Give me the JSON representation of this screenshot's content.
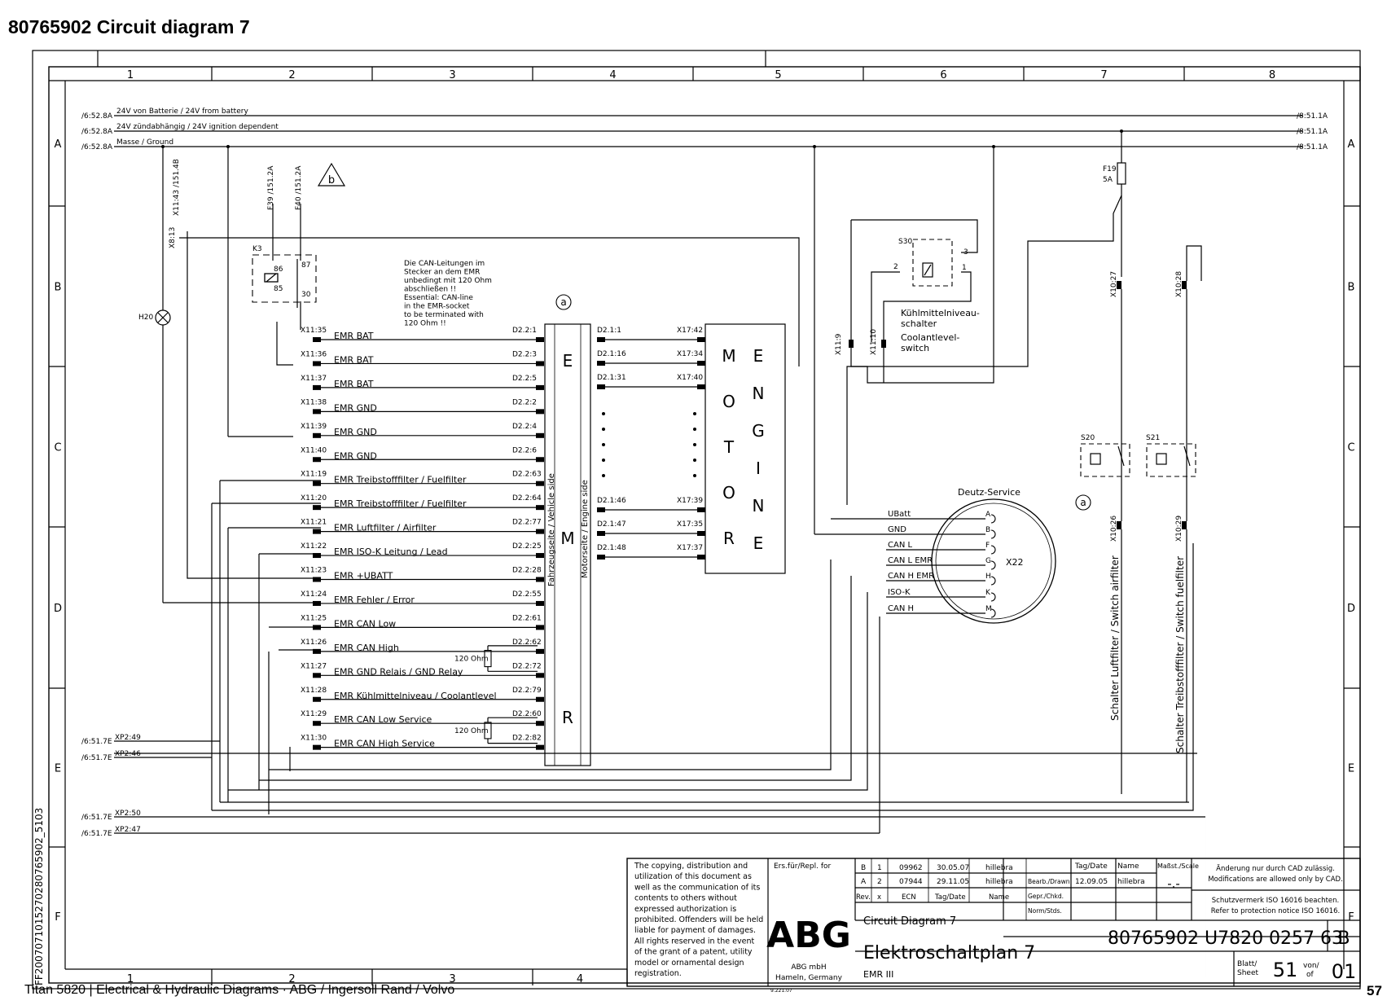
{
  "page": {
    "title": "80765902  Circuit diagram 7",
    "footer": "Titan 5820  |  Electrical & Hydraulic Diagrams  ·  ABG / Ingersoll Rand / Volvo",
    "page_number": "57"
  },
  "drawing_id": "FF2007071015270280765902_5103",
  "grid": {
    "columns": [
      "1",
      "2",
      "3",
      "4",
      "5",
      "6",
      "7",
      "8"
    ],
    "rows": [
      "A",
      "B",
      "C",
      "D",
      "E",
      "F"
    ]
  },
  "supply_lines": [
    {
      "ref_left": "/6:52.8A",
      "label": "24V von Batterie / 24V from battery",
      "ref_right": "/8:51.1A"
    },
    {
      "ref_left": "/6:52.8A",
      "label": "24V zündabhängig / 24V ignition dependent",
      "ref_right": "/8:51.1A"
    },
    {
      "ref_left": "/6:52.8A",
      "label": "Masse / Ground",
      "ref_right": "/8:51.1A"
    }
  ],
  "top_tags": [
    "X11:43 /151.4B",
    "F39 /151.2A",
    "F40 /151.2A",
    "X8:13"
  ],
  "markers": {
    "b": "b",
    "a": "a"
  },
  "relay": {
    "name": "K3",
    "pins": [
      "86",
      "87",
      "85",
      "30"
    ]
  },
  "lamp": {
    "name": "H20"
  },
  "can_note": [
    "Die CAN-Leitungen im",
    "Stecker an dem EMR",
    "unbedingt mit 120 Ohm",
    "abschließen !!",
    "Essential: CAN-line",
    "in the EMR-socket",
    "to be terminated with",
    "120 Ohm !!"
  ],
  "emr_connections": [
    {
      "pin": "X11:35",
      "label": "EMR BAT",
      "d": "D2.2:1"
    },
    {
      "pin": "X11:36",
      "label": "EMR BAT",
      "d": "D2.2:3"
    },
    {
      "pin": "X11:37",
      "label": "EMR BAT",
      "d": "D2.2:5"
    },
    {
      "pin": "X11:38",
      "label": "EMR GND",
      "d": "D2.2:2"
    },
    {
      "pin": "X11:39",
      "label": "EMR GND",
      "d": "D2.2:4"
    },
    {
      "pin": "X11:40",
      "label": "EMR GND",
      "d": "D2.2:6"
    },
    {
      "pin": "X11:19",
      "label": "EMR Treibstofffilter / Fuelfilter",
      "d": "D2.2:63"
    },
    {
      "pin": "X11:20",
      "label": "EMR Treibstofffilter / Fuelfilter",
      "d": "D2.2:64"
    },
    {
      "pin": "X11:21",
      "label": "EMR Luftfilter / Airfilter",
      "d": "D2.2:77"
    },
    {
      "pin": "X11:22",
      "label": "EMR ISO-K Leitung / Lead",
      "d": "D2.2:25"
    },
    {
      "pin": "X11:23",
      "label": "EMR +UBATT",
      "d": "D2.2:28"
    },
    {
      "pin": "X11:24",
      "label": "EMR Fehler / Error",
      "d": "D2.2:55"
    },
    {
      "pin": "X11:25",
      "label": "EMR CAN Low",
      "d": "D2.2:61"
    },
    {
      "pin": "X11:26",
      "label": "EMR CAN High",
      "d": "D2.2:62"
    },
    {
      "pin": "X11:27",
      "label": "EMR GND Relais / GND Relay",
      "d": "D2.2:72"
    },
    {
      "pin": "X11:28",
      "label": "EMR Kühlmittelniveau / Coolantlevel",
      "d": "D2.2:79"
    },
    {
      "pin": "X11:29",
      "label": "EMR CAN Low Service",
      "d": "D2.2:60"
    },
    {
      "pin": "X11:30",
      "label": "EMR CAN High Service",
      "d": "D2.2:82"
    }
  ],
  "resistors": [
    "120 Ohm",
    "120 Ohm"
  ],
  "emr_block": {
    "letters": [
      "E",
      "M",
      "R"
    ],
    "vehicle_side": "Fahrzeugseite / Vehicle side",
    "engine_side": "Motorseite / Engine side"
  },
  "motor_connections": [
    {
      "d": "D2.1:1",
      "x": "X17:42"
    },
    {
      "d": "D2.1:16",
      "x": "X17:34"
    },
    {
      "d": "D2.1:31",
      "x": "X17:40"
    },
    {
      "d": "D2.1:46",
      "x": "X17:39"
    },
    {
      "d": "D2.1:47",
      "x": "X17:35"
    },
    {
      "d": "D2.1:48",
      "x": "X17:37"
    }
  ],
  "motor_block": {
    "left_letters": [
      "M",
      "O",
      "T",
      "O",
      "R"
    ],
    "right_letters": [
      "E",
      "N",
      "G",
      "I",
      "N",
      "E"
    ]
  },
  "switch_s30": {
    "name": "S30",
    "pins": [
      "2",
      "3",
      "1"
    ],
    "connectors": [
      "X11:9",
      "X11:10"
    ],
    "label": [
      "Kühlmittelniveau-",
      "schalter",
      "Coolantlevel-",
      "switch"
    ]
  },
  "fuse": {
    "name": "F19",
    "rating": "5A"
  },
  "right_connectors": [
    "X10:27",
    "X10:28",
    "X10:26",
    "X10:29"
  ],
  "switches": [
    "S20",
    "S21"
  ],
  "switch_labels": [
    "Schalter Luftfilter / Switch airfilter",
    "Schalter Treibstofffilter / Switch fuelfilter"
  ],
  "deutz": {
    "title": "Deutz-Service",
    "name": "X22",
    "signals": [
      "UBatt",
      "GND",
      "CAN L",
      "CAN L EMR",
      "CAN H EMR",
      "ISO-K",
      "CAN H"
    ],
    "pins": [
      "A",
      "B",
      "F",
      "G",
      "H",
      "K",
      "M"
    ]
  },
  "xp_refs": [
    {
      "ref": "/6:51.7E",
      "label": "XP2:49"
    },
    {
      "ref": "/6:51.7E",
      "label": "XP2:46"
    },
    {
      "ref": "/6:51.7E",
      "label": "XP2:50"
    },
    {
      "ref": "/6:51.7E",
      "label": "XP2:47"
    }
  ],
  "title_block": {
    "copyright": [
      "The copying, distribution and",
      "utilization of this document as",
      "well as the communication of its",
      "contents to others without",
      "expressed authorization is",
      "prohibited. Offenders will be held",
      "liable for payment of damages.",
      "All rights reserved in the event",
      "of the grant of a patent, utility",
      "model or ornamental design",
      "registration."
    ],
    "ersfuer": "Ers.für/Repl. for",
    "revisions": [
      {
        "idx": "B",
        "no": "1",
        "ecn": "09962",
        "date": "30.05.07",
        "name": "hillebra"
      },
      {
        "idx": "A",
        "no": "2",
        "ecn": "07944",
        "date": "29.11.05",
        "name": "hillebra"
      }
    ],
    "rev_header": {
      "rev": "Rev.",
      "x": "x",
      "ecn": "ECN",
      "date": "Tag/Date",
      "name": "Name"
    },
    "roles": [
      "Bearb./Drawn",
      "Gepr./Chkd.",
      "Norm/Stds."
    ],
    "date_header": "Tag/Date",
    "name_header": "Name",
    "drawn_date": "12.09.05",
    "drawn_name": "hillebra",
    "scale_label": "Maßst./Scale",
    "scale": "-.-",
    "cad_note": [
      "Änderung nur durch CAD zulässig.",
      "Modifications are allowed only by CAD."
    ],
    "iso_note": [
      "Schutzvermerk ISO 16016 beachten.",
      "Refer to protection notice ISO 16016."
    ],
    "company": "ABG",
    "company_address": [
      "ABG mbH",
      "Hameln, Germany"
    ],
    "form_no": "9.221.07",
    "title_en": "Circuit Diagram 7",
    "title_de": "Elektroschaltplan 7",
    "subtitle": "EMR III",
    "drawing_no": "80765902 U7820 0257 63",
    "revision": "B",
    "sheet_label": "Blatt/ Sheet",
    "sheet": "51",
    "of_label": "von/ of",
    "of": "01"
  }
}
